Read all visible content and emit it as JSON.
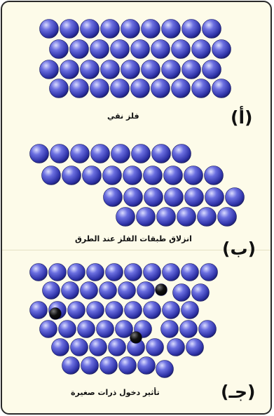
{
  "panels": [
    {
      "id": "a",
      "label": "(أ)",
      "caption": "فلز نقي"
    },
    {
      "id": "b",
      "label": "(ب)",
      "caption": "انزلاق طبقات الفلز عند الطرق"
    },
    {
      "id": "c",
      "label": "(جـ)",
      "caption": "تأثير دخول ذرات صغيرة"
    }
  ],
  "colors": {
    "atom": "#4a4fd0",
    "atom_light": "#c9cbff",
    "atom_dark": "#1b1d7a",
    "impurity": "#000000",
    "background": "#fdfbe9"
  }
}
